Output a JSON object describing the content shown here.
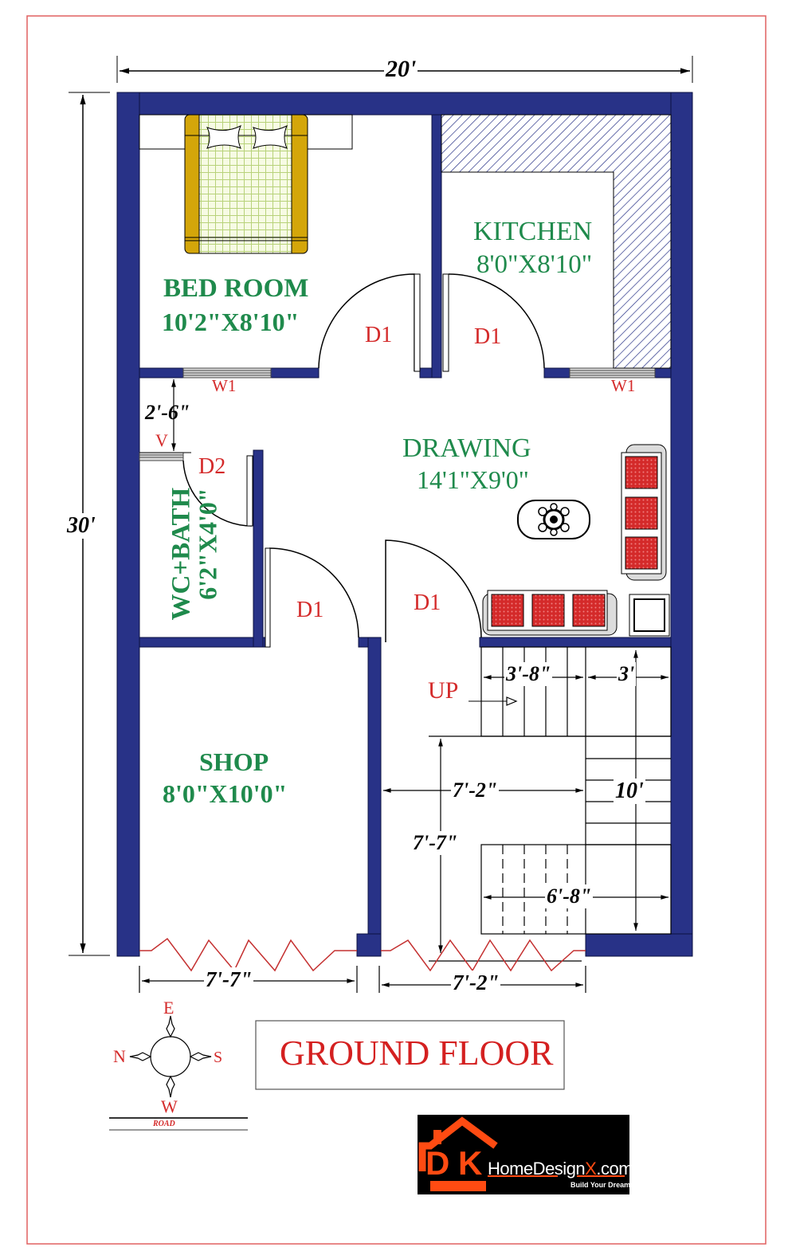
{
  "plan": {
    "title": "GROUND FLOOR",
    "overall_width": "20'",
    "overall_depth": "30'",
    "colors": {
      "wall": "#283287",
      "room_label": "#1f8a4c",
      "door_label": "#d42a2a",
      "frame_border": "#e06060",
      "bed_frame": "#d4a60a",
      "bed_grid": "#b8d27a",
      "sofa_cushion": "#d42a2a",
      "sofa_base": "#dcdcdc",
      "shutter_zigzag": "#c43030"
    }
  },
  "rooms": [
    {
      "id": "bedroom",
      "name": "BED ROOM",
      "size": "10'2\"X8'10\""
    },
    {
      "id": "kitchen",
      "name": "KITCHEN",
      "size": "8'0\"X8'10\""
    },
    {
      "id": "drawing",
      "name": "DRAWING",
      "size": "14'1\"X9'0\""
    },
    {
      "id": "wc_bath",
      "name": "WC+BATH",
      "size": "6'2\"X4'0\""
    },
    {
      "id": "shop",
      "name": "SHOP",
      "size": "8'0\"X10'0\""
    }
  ],
  "openings": {
    "door_bedroom": "D1",
    "door_kitchen": "D1",
    "door_bath": "D2",
    "door_shop": "D1",
    "door_stair": "D1",
    "window_bedroom": "W1",
    "window_kitchen": "W1",
    "ventilator": "V",
    "stair_direction": "UP"
  },
  "dimensions": {
    "passage_gap": "2'-6\"",
    "stair_flight_width": "3'-8\"",
    "stair_width": "3'",
    "stair_length": "10'",
    "stair_area_width": "7'-2\"",
    "stair_area_depth": "7'-7\"",
    "stair_bottom_width": "6'-8\"",
    "shop_front": "7'-7\"",
    "stair_front": "7'-2\""
  },
  "compass": {
    "top": "E",
    "left": "N",
    "right": "S",
    "bottom": "W",
    "road_label": "ROAD"
  },
  "logo": {
    "initials_1": "D",
    "initials_2": "K",
    "site_part1": "HomeDesign",
    "site_x": "X",
    "site_part2": ".com",
    "tagline": "Build Your Dream"
  }
}
